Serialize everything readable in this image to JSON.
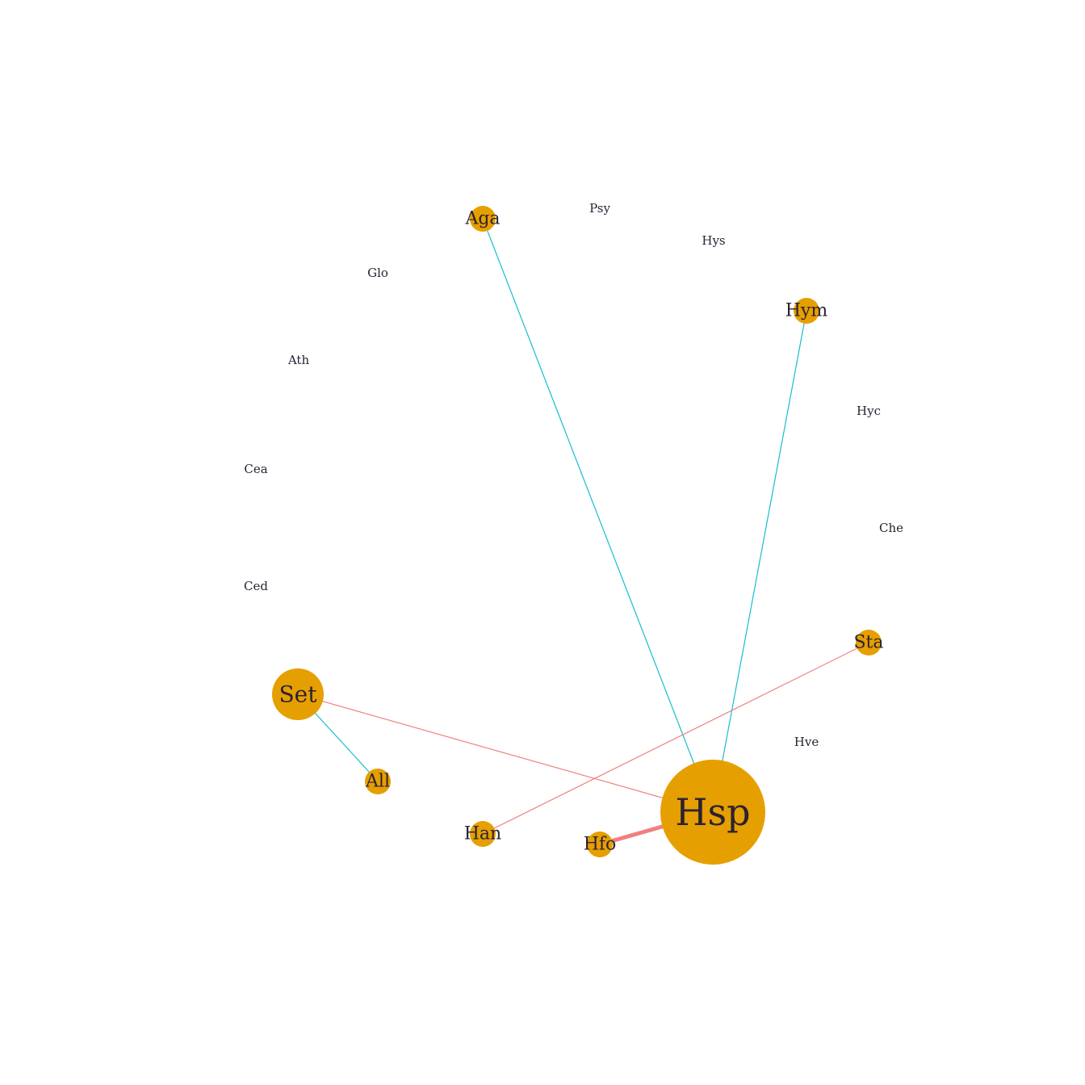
{
  "colors": {
    "node_fill": "#E69F00",
    "label": "#2b2233",
    "edge_positive": "#17BECF",
    "edge_negative": "#F08080",
    "background": "#ffffff"
  },
  "nodes": [
    {
      "id": "Aga",
      "label": "Aga",
      "size": 1
    },
    {
      "id": "Psy",
      "label": "Psy",
      "size": 0
    },
    {
      "id": "Hys",
      "label": "Hys",
      "size": 0
    },
    {
      "id": "Glo",
      "label": "Glo",
      "size": 0
    },
    {
      "id": "Hym",
      "label": "Hym",
      "size": 1
    },
    {
      "id": "Ath",
      "label": "Ath",
      "size": 0
    },
    {
      "id": "Hyc",
      "label": "Hyc",
      "size": 0
    },
    {
      "id": "Cea",
      "label": "Cea",
      "size": 0
    },
    {
      "id": "Che",
      "label": "Che",
      "size": 0
    },
    {
      "id": "Ced",
      "label": "Ced",
      "size": 0
    },
    {
      "id": "Sta",
      "label": "Sta",
      "size": 1
    },
    {
      "id": "Set",
      "label": "Set",
      "size": 2
    },
    {
      "id": "Hve",
      "label": "Hve",
      "size": 0
    },
    {
      "id": "All",
      "label": "All",
      "size": 1
    },
    {
      "id": "Hsp",
      "label": "Hsp",
      "size": 4
    },
    {
      "id": "Han",
      "label": "Han",
      "size": 1
    },
    {
      "id": "Hfo",
      "label": "Hfo",
      "size": 1
    }
  ],
  "edges": [
    {
      "source": "Hsp",
      "target": "Aga",
      "sign": "positive",
      "weight": 1
    },
    {
      "source": "Hsp",
      "target": "Hym",
      "sign": "positive",
      "weight": 1
    },
    {
      "source": "Set",
      "target": "All",
      "sign": "positive",
      "weight": 1
    },
    {
      "source": "Set",
      "target": "Hsp",
      "sign": "negative",
      "weight": 1
    },
    {
      "source": "Han",
      "target": "Sta",
      "sign": "negative",
      "weight": 1
    },
    {
      "source": "Hsp",
      "target": "Hfo",
      "sign": "negative",
      "weight": 4
    }
  ]
}
